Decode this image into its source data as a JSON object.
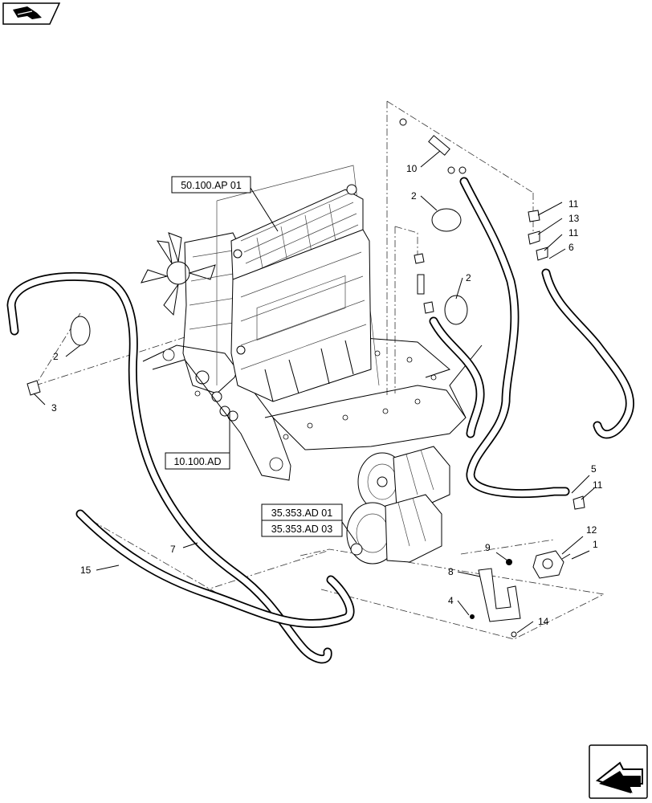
{
  "reference_labels": {
    "heater": "50.100.AP 01",
    "engine": "10.100.AD",
    "motor_a": "35.353.AD 01",
    "motor_b": "35.353.AD 03"
  },
  "callouts": {
    "c1": "1",
    "c2a": "2",
    "c2b": "2",
    "c2c": "2",
    "c3": "3",
    "c4": "4",
    "c5": "5",
    "c6": "6",
    "c7": "7",
    "c8": "8",
    "c9": "9",
    "c10": "10",
    "c11a": "11",
    "c11b": "11",
    "c11c": "11",
    "c12": "12",
    "c13": "13",
    "c14": "14",
    "c15": "15"
  },
  "icons": {
    "top_left": "book-icon",
    "bottom_right": "next-page-arrow-icon"
  }
}
